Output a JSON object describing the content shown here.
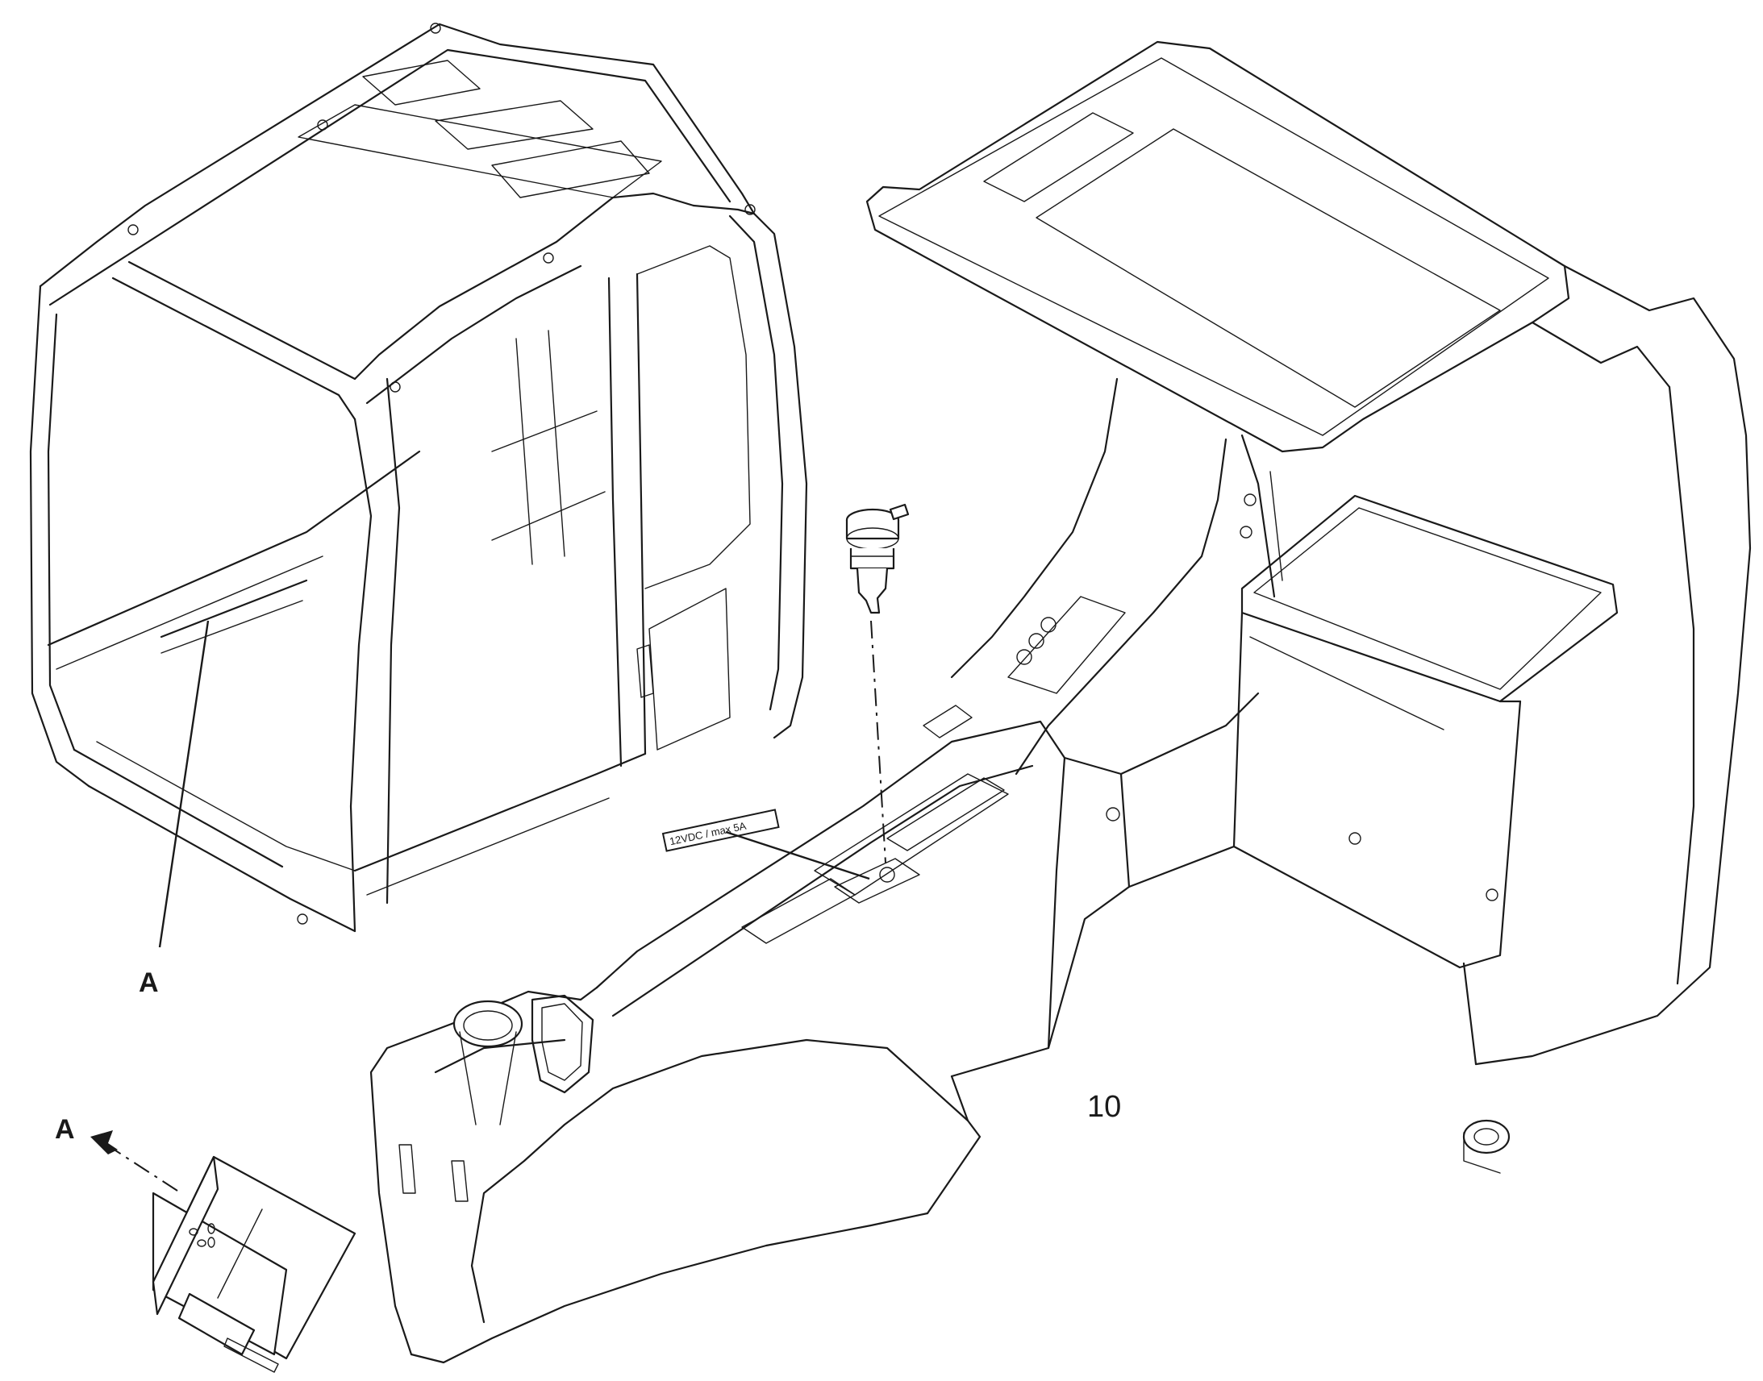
{
  "callouts": {
    "cab_view_label": "A",
    "detail_view_label": "A",
    "part_number": "10",
    "socket_tag": "12VDC / max 5A"
  }
}
